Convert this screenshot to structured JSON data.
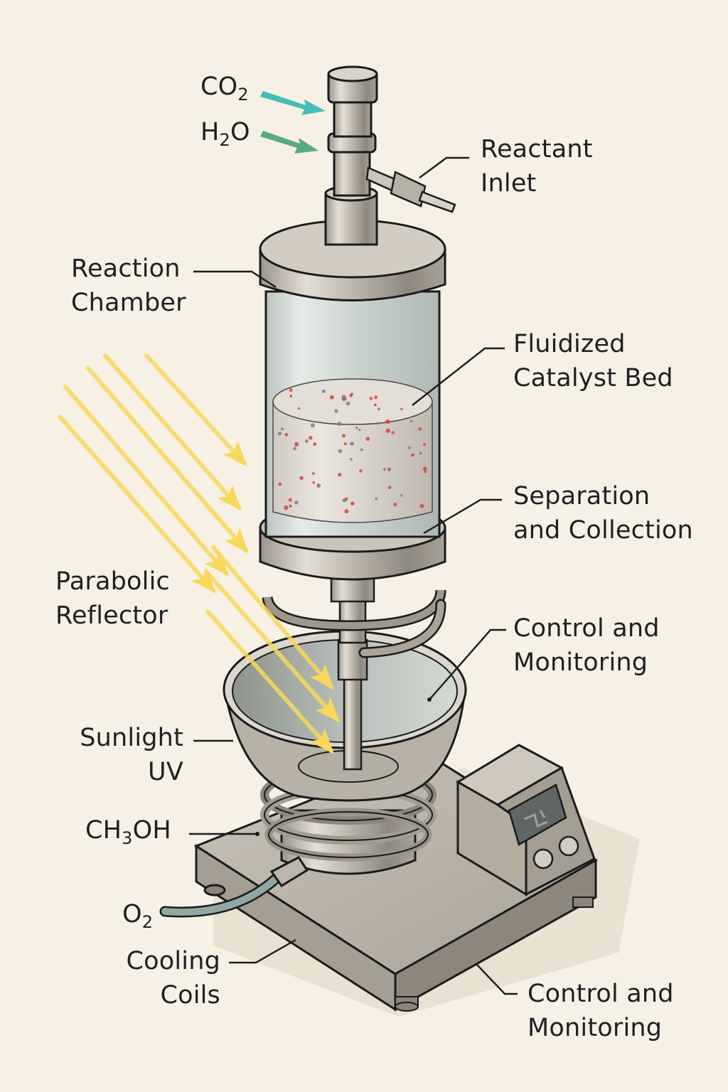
{
  "diagram": {
    "title": "Solar-driven photocatalytic CO2-to-methanol reactor",
    "inputs": [
      {
        "formula_main": "CO",
        "formula_sub": "2",
        "formula_tail": "",
        "arrow_color": "#45bdb8"
      },
      {
        "formula_main": "H",
        "formula_sub": "2",
        "formula_tail": "O",
        "arrow_color": "#5aaa7e"
      }
    ],
    "labels": {
      "reactant_inlet": [
        "Reactant",
        "Inlet"
      ],
      "reaction_chamber": [
        "Reaction",
        "Chamber"
      ],
      "fluidized_catalyst_bed": [
        "Fluidized",
        "Catalyst Bed"
      ],
      "separation_collection": [
        "Separation",
        "and Collection"
      ],
      "parabolic_reflector": [
        "Parabolic",
        "Reflector"
      ],
      "control_monitoring_upper": [
        "Control and",
        "Monitoring"
      ],
      "sunlight_uv": [
        "Sunlight",
        "UV"
      ],
      "methanol": {
        "main": "CH",
        "sub": "3",
        "tail": "OH"
      },
      "oxygen": {
        "main": "O",
        "sub": "2"
      },
      "cooling_coils": [
        "Cooling",
        "Coils"
      ],
      "control_monitoring_lower": [
        "Control and",
        "Monitoring"
      ]
    },
    "colors": {
      "background": "#f7f0e4",
      "sunlight": "#f8d85a",
      "metal": "#b9b1a5",
      "glass": "#cfd6d2",
      "catalyst_dots": "#d9433a",
      "oxygen_hose": "#8fa8a4",
      "display": "#5f6663"
    }
  }
}
